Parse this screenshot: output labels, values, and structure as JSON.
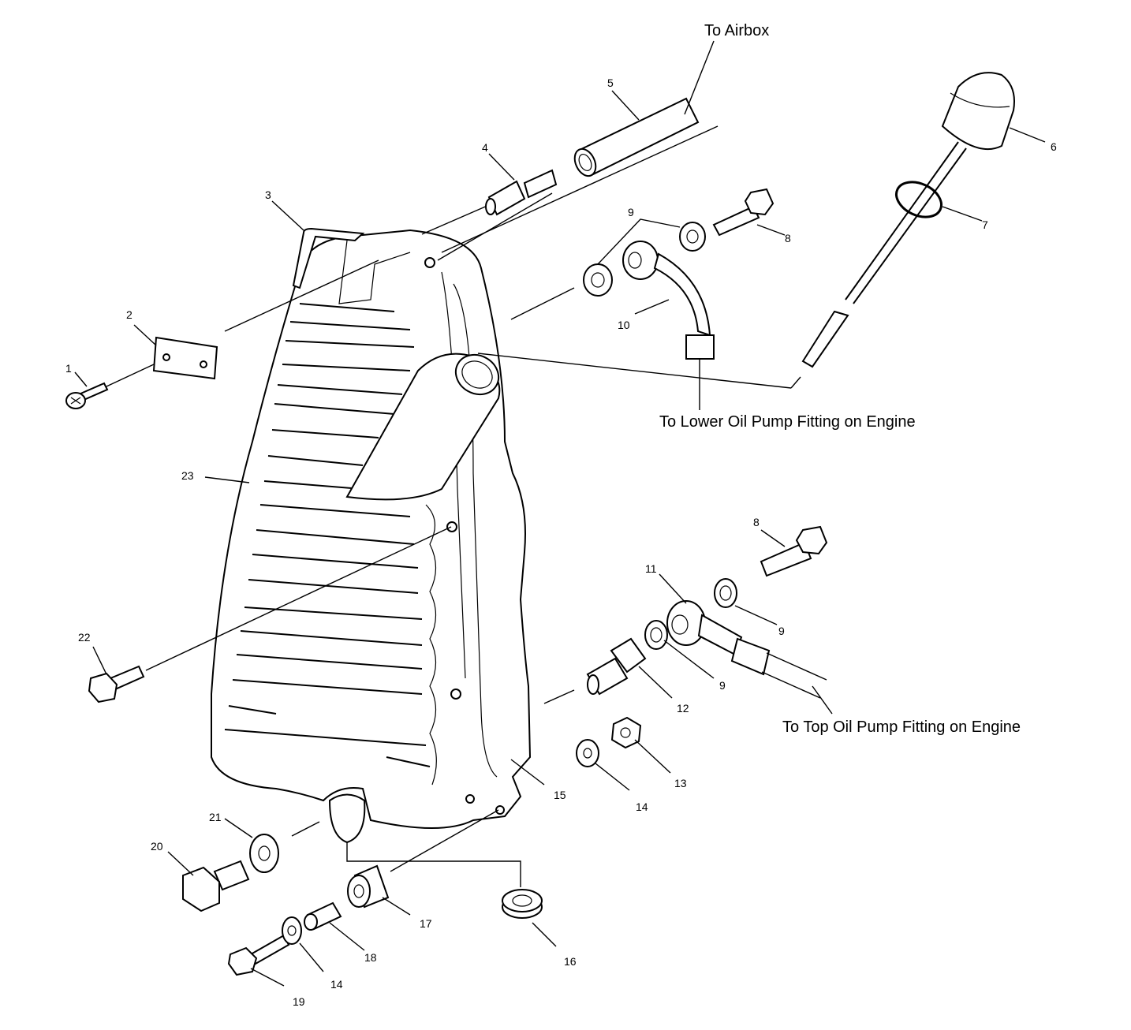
{
  "diagram": {
    "callouts": {
      "to_airbox": "To Airbox",
      "to_lower_oil_pump": "To Lower Oil Pump Fitting on Engine",
      "to_top_oil_pump": "To Top Oil Pump Fitting on Engine"
    },
    "labels": {
      "l1": "1",
      "l2": "2",
      "l3": "3",
      "l4": "4",
      "l5": "5",
      "l6": "6",
      "l7": "7",
      "l8a": "8",
      "l8b": "8",
      "l9a": "9",
      "l9b": "9",
      "l9c": "9",
      "l10": "10",
      "l11": "11",
      "l12": "12",
      "l13": "13",
      "l14a": "14",
      "l14b": "14",
      "l15": "15",
      "l16": "16",
      "l17": "17",
      "l18": "18",
      "l19": "19",
      "l20": "20",
      "l21": "21",
      "l22": "22",
      "l23": "23"
    }
  }
}
